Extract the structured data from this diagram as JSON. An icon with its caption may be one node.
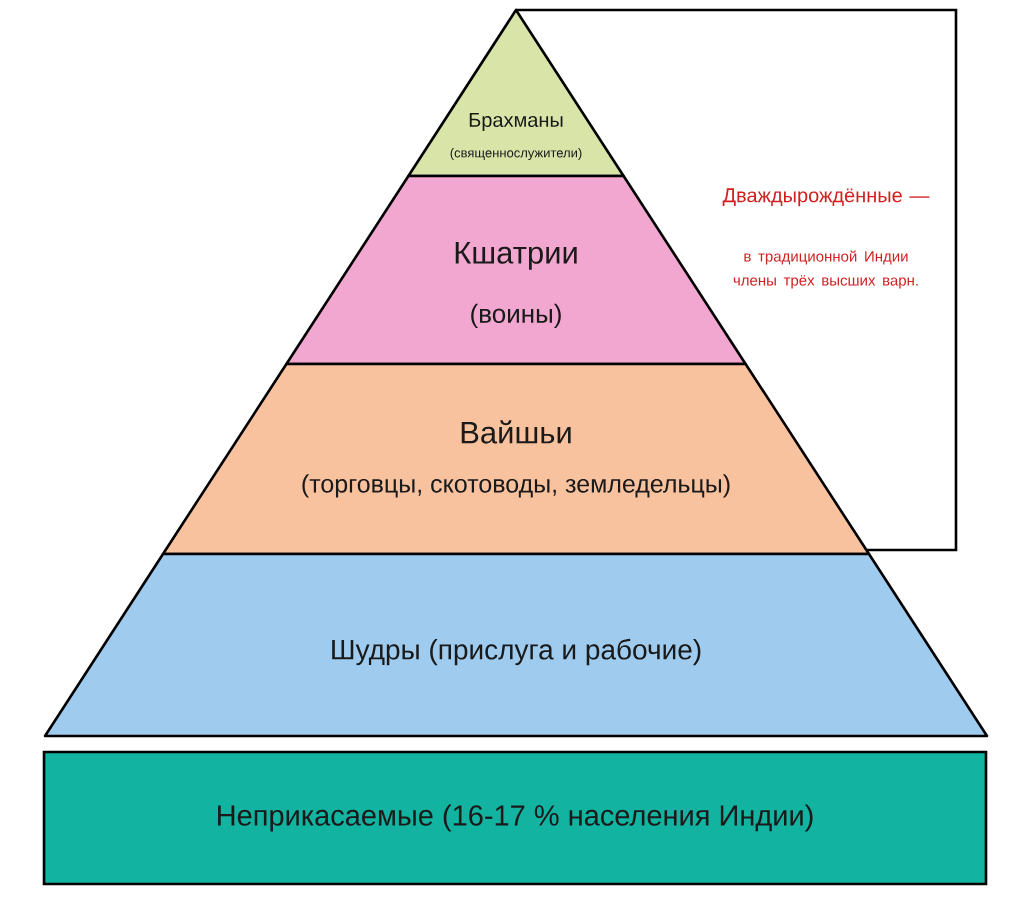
{
  "diagram": {
    "nodes": [
      {
        "text": [
          "Брахманы",
          "(священнослужители)"
        ]
      },
      {
        "text": [
          "Кшатрии",
          "(воины)"
        ]
      },
      {
        "text": [
          "Вайшьи",
          "(торговцы, скотоводы, земледельцы)"
        ]
      },
      {
        "text": [
          "Шудры (прислуга и рабочие)"
        ]
      },
      {
        "text": [
          "Неприкасаемые (16-17 % населения Индии)"
        ]
      },
      {
        "text": [
          "Дваждырождённые —",
          "в традиционной Индии члены трёх высших варн."
        ]
      }
    ],
    "edges": []
  }
}
